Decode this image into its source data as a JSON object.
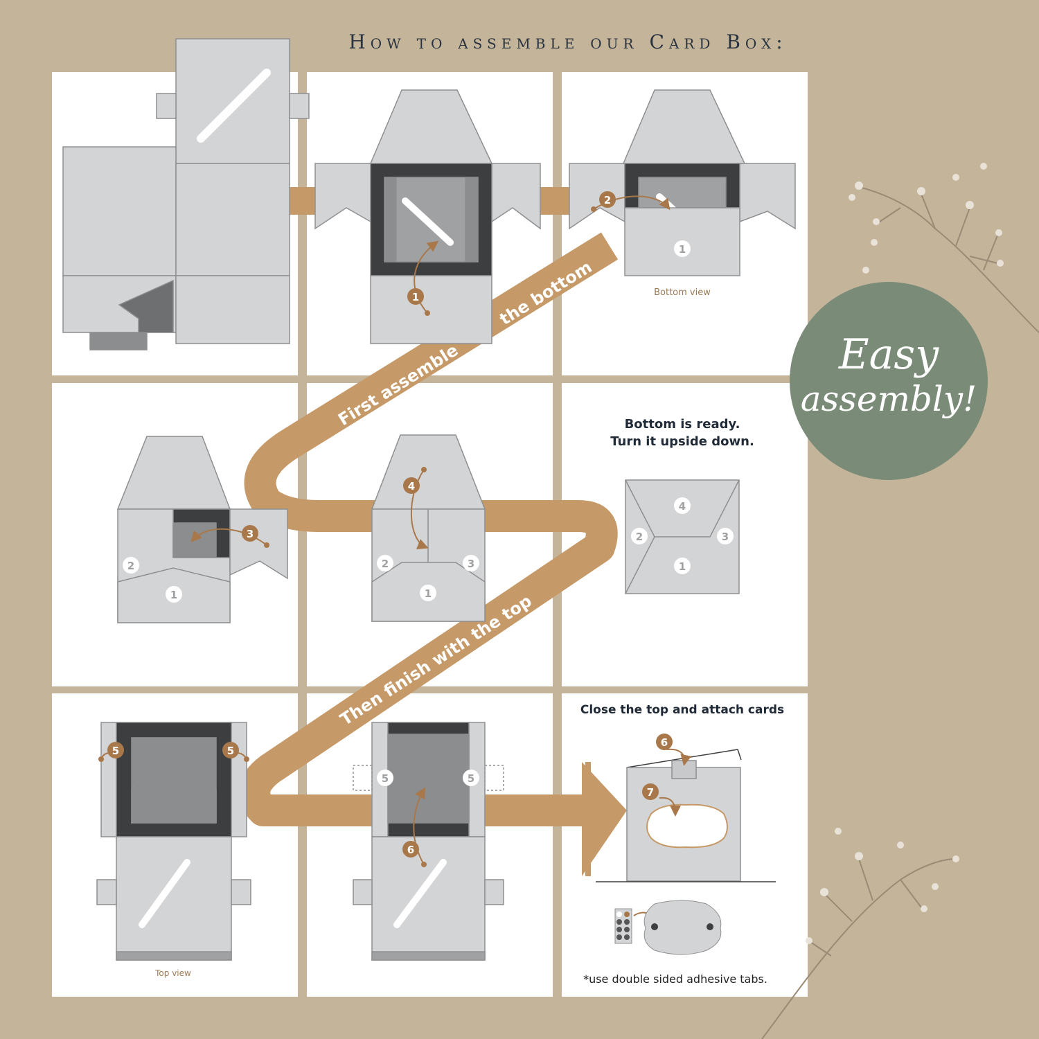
{
  "title": "How to assemble our Card Box:",
  "steps": {
    "n1": "1",
    "n2": "2",
    "n3": "3",
    "n4": "4",
    "n5": "5",
    "n6": "6",
    "n7": "7"
  },
  "path_labels": {
    "bottom_a": "First assemble",
    "bottom_b": "the bottom",
    "top": "Then finish with the top"
  },
  "captions": {
    "bottom_view": "Bottom view",
    "top_view": "Top view"
  },
  "instructions": {
    "bottom_ready_1": "Bottom is ready.",
    "bottom_ready_2": "Turn it upside down.",
    "close_top": "Close the top and attach cards",
    "adhesive_note": "*use double sided adhesive tabs."
  },
  "badge": {
    "line1": "Easy",
    "line2": "assembly!"
  },
  "colors": {
    "background": "#c4b49a",
    "panel": "#ffffff",
    "path": "#c69a68",
    "box_light": "#d3d4d6",
    "box_mid": "#8c8d8f",
    "box_dark": "#3d3e40",
    "step_badge": "#a9784a",
    "green_badge": "#7a8c78"
  }
}
